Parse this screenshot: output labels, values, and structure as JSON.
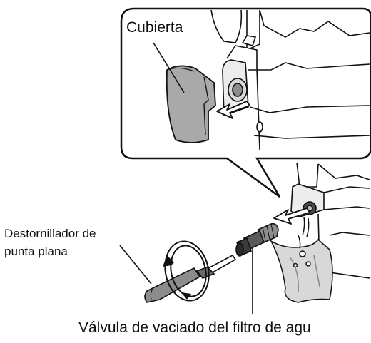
{
  "labels": {
    "cover": "Cubierta",
    "screwdriver_line1": "Destornillador de",
    "screwdriver_line2": "punta plana",
    "valve": "Válvula de vaciado del filtro de agu"
  },
  "colors": {
    "line": "#111111",
    "cover_fill": "#a9a9a9",
    "light_gray": "#d8d8d8",
    "mid_gray": "#8c8c8c",
    "dark_gray": "#4a4a4a",
    "background": "#ffffff"
  }
}
